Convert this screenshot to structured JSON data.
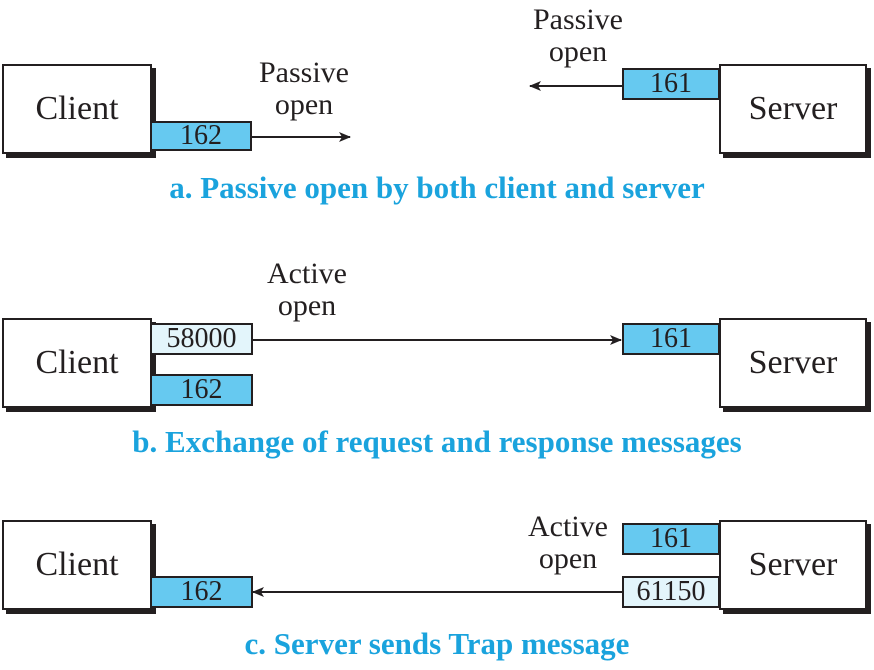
{
  "colors": {
    "caption": "#1aa3dd",
    "well_known_port": "#66c9f0",
    "ephemeral_port": "#e3f5fb",
    "line": "#231f20"
  },
  "panel_a": {
    "client_label": "Client",
    "server_label": "Server",
    "client_port": "162",
    "server_port": "161",
    "client_arrow_label": [
      "Passive",
      "open"
    ],
    "server_arrow_label": [
      "Passive",
      "open"
    ],
    "caption": "a. Passive open by both client and server"
  },
  "panel_b": {
    "client_label": "Client",
    "server_label": "Server",
    "client_port_active": "58000",
    "client_port_trap": "162",
    "server_port": "161",
    "arrow_label": [
      "Active",
      "open"
    ],
    "caption": "b. Exchange of request and response messages"
  },
  "panel_c": {
    "client_label": "Client",
    "server_label": "Server",
    "client_port": "162",
    "server_port_agent": "161",
    "server_port_active": "61150",
    "arrow_label": [
      "Active",
      "open"
    ],
    "caption": "c. Server sends Trap message"
  }
}
